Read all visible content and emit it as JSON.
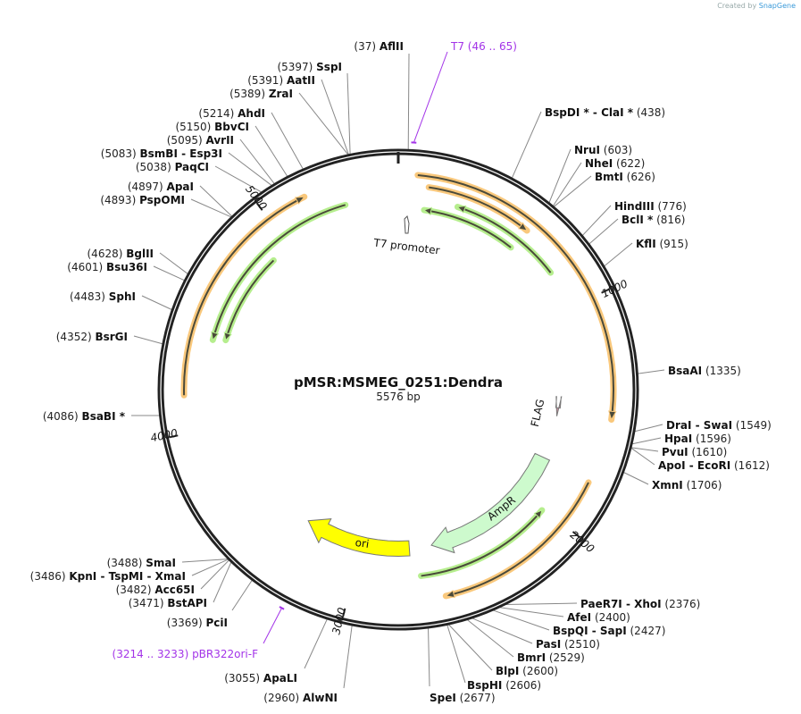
{
  "watermark": {
    "prefix": "Created by",
    "brand": "SnapGene"
  },
  "plasmid": {
    "name": "pMSR:MSMEG_0251:Dendra",
    "length": "5576 bp",
    "total_bp": 5576
  },
  "ticks": [
    "1000",
    "2000",
    "3000",
    "4000",
    "5000"
  ],
  "features": {
    "ampr": "AmpR",
    "ori": "ori",
    "flag": "FLAG",
    "t7_promoter": "T7 promoter"
  },
  "primers": [
    {
      "name": "T7",
      "range": "(46 .. 65)"
    },
    {
      "name": "pBR322ori-F",
      "range": "(3214 .. 3233)"
    }
  ],
  "enzymes": [
    {
      "label": "AflII",
      "pos": "(37)"
    },
    {
      "label": "SspI",
      "pos": "(5397)"
    },
    {
      "label": "AatII",
      "pos": "(5391)"
    },
    {
      "label": "ZraI",
      "pos": "(5389)"
    },
    {
      "label": "AhdI",
      "pos": "(5214)"
    },
    {
      "label": "BbvCI",
      "pos": "(5150)"
    },
    {
      "label": "AvrII",
      "pos": "(5095)"
    },
    {
      "label": "BsmBI  - Esp3I",
      "pos": "(5083)"
    },
    {
      "label": "PaqCI",
      "pos": "(5038)"
    },
    {
      "label": "ApaI",
      "pos": "(4897)"
    },
    {
      "label": "PspOMI",
      "pos": "(4893)"
    },
    {
      "label": "BglII",
      "pos": "(4628)"
    },
    {
      "label": "Bsu36I",
      "pos": "(4601)"
    },
    {
      "label": "SphI",
      "pos": "(4483)"
    },
    {
      "label": "BsrGI",
      "pos": "(4352)"
    },
    {
      "label": "BsaBI *",
      "pos": "(4086)"
    },
    {
      "label": "SmaI",
      "pos": "(3488)"
    },
    {
      "label": "KpnI  - TspMI  - XmaI",
      "pos": "(3486)"
    },
    {
      "label": "Acc65I",
      "pos": "(3482)"
    },
    {
      "label": "BstAPI",
      "pos": "(3471)"
    },
    {
      "label": "PciI",
      "pos": "(3369)"
    },
    {
      "label": "ApaLI",
      "pos": "(3055)"
    },
    {
      "label": "AlwNI",
      "pos": "(2960)"
    },
    {
      "label": "SpeI",
      "pos": "(2677)"
    },
    {
      "label": "BspHI",
      "pos": "(2606)"
    },
    {
      "label": "BlpI",
      "pos": "(2600)"
    },
    {
      "label": "BmrI",
      "pos": "(2529)"
    },
    {
      "label": "PasI",
      "pos": "(2510)"
    },
    {
      "label": "BspQI  - SapI",
      "pos": "(2427)"
    },
    {
      "label": "AfeI",
      "pos": "(2400)"
    },
    {
      "label": "PaeR7I  - XhoI",
      "pos": "(2376)"
    },
    {
      "label": "XmnI",
      "pos": "(1706)"
    },
    {
      "label": "ApoI  - EcoRI",
      "pos": "(1612)"
    },
    {
      "label": "PvuI",
      "pos": "(1610)"
    },
    {
      "label": "HpaI",
      "pos": "(1596)"
    },
    {
      "label": "DraI  - SwaI",
      "pos": "(1549)"
    },
    {
      "label": "BsaAI",
      "pos": "(1335)"
    },
    {
      "label": "KflI",
      "pos": "(915)"
    },
    {
      "label": "BclI *",
      "pos": "(816)"
    },
    {
      "label": "HindIII",
      "pos": "(776)"
    },
    {
      "label": "BmtI",
      "pos": "(626)"
    },
    {
      "label": "NheI",
      "pos": "(622)"
    },
    {
      "label": "NruI",
      "pos": "(603)"
    },
    {
      "label": "BspDI *  - ClaI *",
      "pos": "(438)"
    }
  ],
  "colors": {
    "backbone": "#222222",
    "orf_halo": "#f9c87c",
    "primer_bind_halo": "#b6ee8e",
    "arc_line": "#4a4a3a",
    "ampr_fill": "#cdfacd",
    "ori_fill": "#ffff00",
    "flag_fill": "#c9909f",
    "primer": "#a334e8"
  }
}
